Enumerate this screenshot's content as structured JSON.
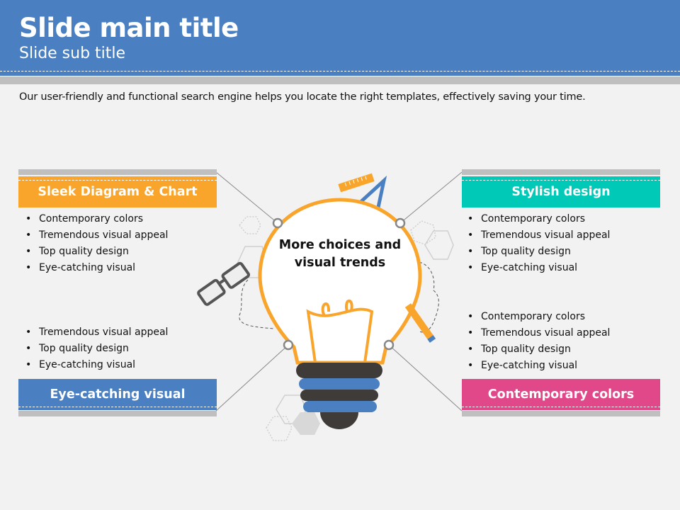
{
  "header": {
    "title": "Slide main title",
    "subtitle": "Slide sub title"
  },
  "description": "Our user-friendly and functional search engine helps you locate the right templates, effectively saving your time.",
  "center": {
    "line1": "More choices and",
    "line2": "visual trends"
  },
  "colors": {
    "header": "#4a80c2",
    "orange": "#f9a52b",
    "teal": "#00c9b7",
    "blue": "#4a80c2",
    "pink": "#e0488a"
  },
  "top_left": {
    "title": "Sleek Diagram & Chart",
    "items": [
      "Contemporary colors",
      "Tremendous visual appeal",
      "Top quality design",
      "Eye-catching visual"
    ]
  },
  "bottom_left": {
    "title": "Eye-catching visual",
    "items": [
      "Tremendous visual appeal",
      "Top quality design",
      "Eye-catching visual"
    ]
  },
  "top_right": {
    "title": "Stylish design",
    "items": [
      "Contemporary colors",
      "Tremendous visual appeal",
      "Top quality design",
      "Eye-catching visual"
    ]
  },
  "bottom_right": {
    "title": "Contemporary colors",
    "items": [
      "Contemporary colors",
      "Tremendous visual appeal",
      "Top quality design",
      "Eye-catching visual"
    ]
  }
}
